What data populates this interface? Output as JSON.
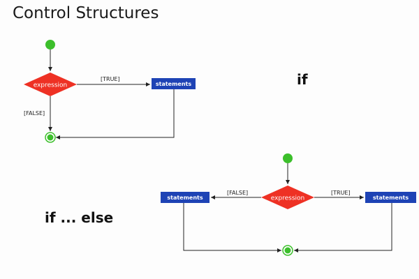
{
  "title": "Control Structures",
  "colors": {
    "decision": "#ee3124",
    "statement": "#1e43b5",
    "node": "#3cbf2b",
    "line": "#222222"
  },
  "diagrams": {
    "if": {
      "heading": "if",
      "decision_label": "expression",
      "statement_label": "statements",
      "true_label": "[TRUE]",
      "false_label": "[FALSE]"
    },
    "if_else": {
      "heading": "if ... else",
      "decision_label": "expression",
      "left_statement_label": "statements",
      "right_statement_label": "statements",
      "true_label": "[TRUE]",
      "false_label": "[FALSE]"
    }
  }
}
